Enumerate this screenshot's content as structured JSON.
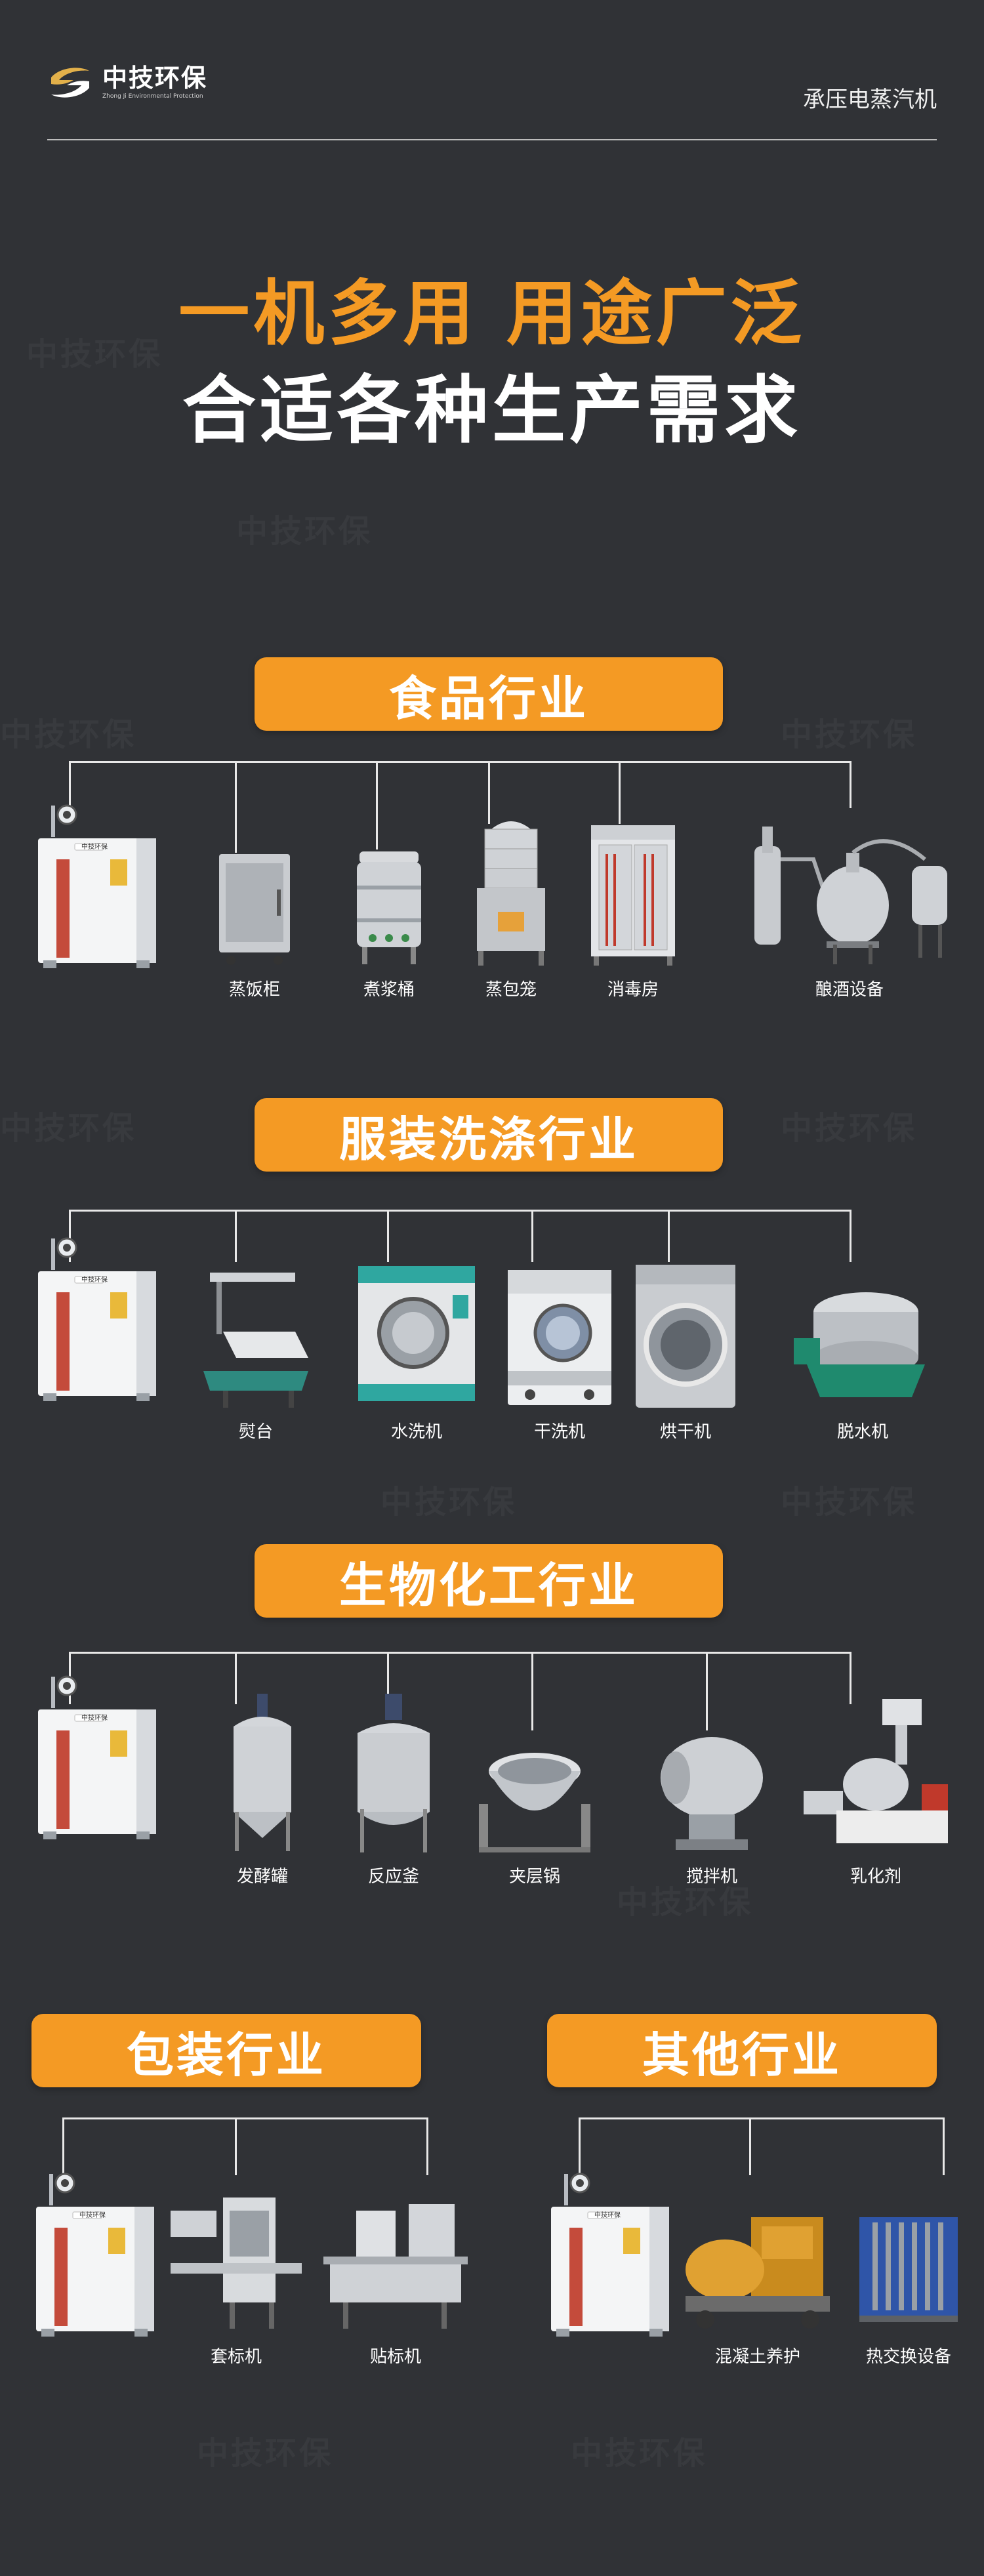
{
  "header": {
    "brand_cn": "中技环保",
    "brand_en": "Zhong Ji Environmental Protection",
    "product": "承压电蒸汽机"
  },
  "headline": {
    "line1": "一机多用 用途广泛",
    "line2": "合适各种生产需求"
  },
  "watermark_text": "中技环保",
  "boiler_badge": "中技环保",
  "colors": {
    "accent": "#f49a24",
    "background": "#303236",
    "line": "#e8e8e8"
  },
  "sections": {
    "food": {
      "title": "食品行业",
      "items": [
        "蒸饭柜",
        "煮浆桶",
        "蒸包笼",
        "消毒房",
        "酿酒设备"
      ]
    },
    "laundry": {
      "title": "服装洗涤行业",
      "items": [
        "熨台",
        "水洗机",
        "干洗机",
        "烘干机",
        "脱水机"
      ]
    },
    "biochem": {
      "title": "生物化工行业",
      "items": [
        "发酵罐",
        "反应釜",
        "夹层锅",
        "搅拌机",
        "乳化剂"
      ]
    },
    "packaging": {
      "title": "包装行业",
      "items": [
        "套标机",
        "贴标机"
      ]
    },
    "other": {
      "title": "其他行业",
      "items": [
        "混凝土养护",
        "热交换设备"
      ]
    }
  }
}
